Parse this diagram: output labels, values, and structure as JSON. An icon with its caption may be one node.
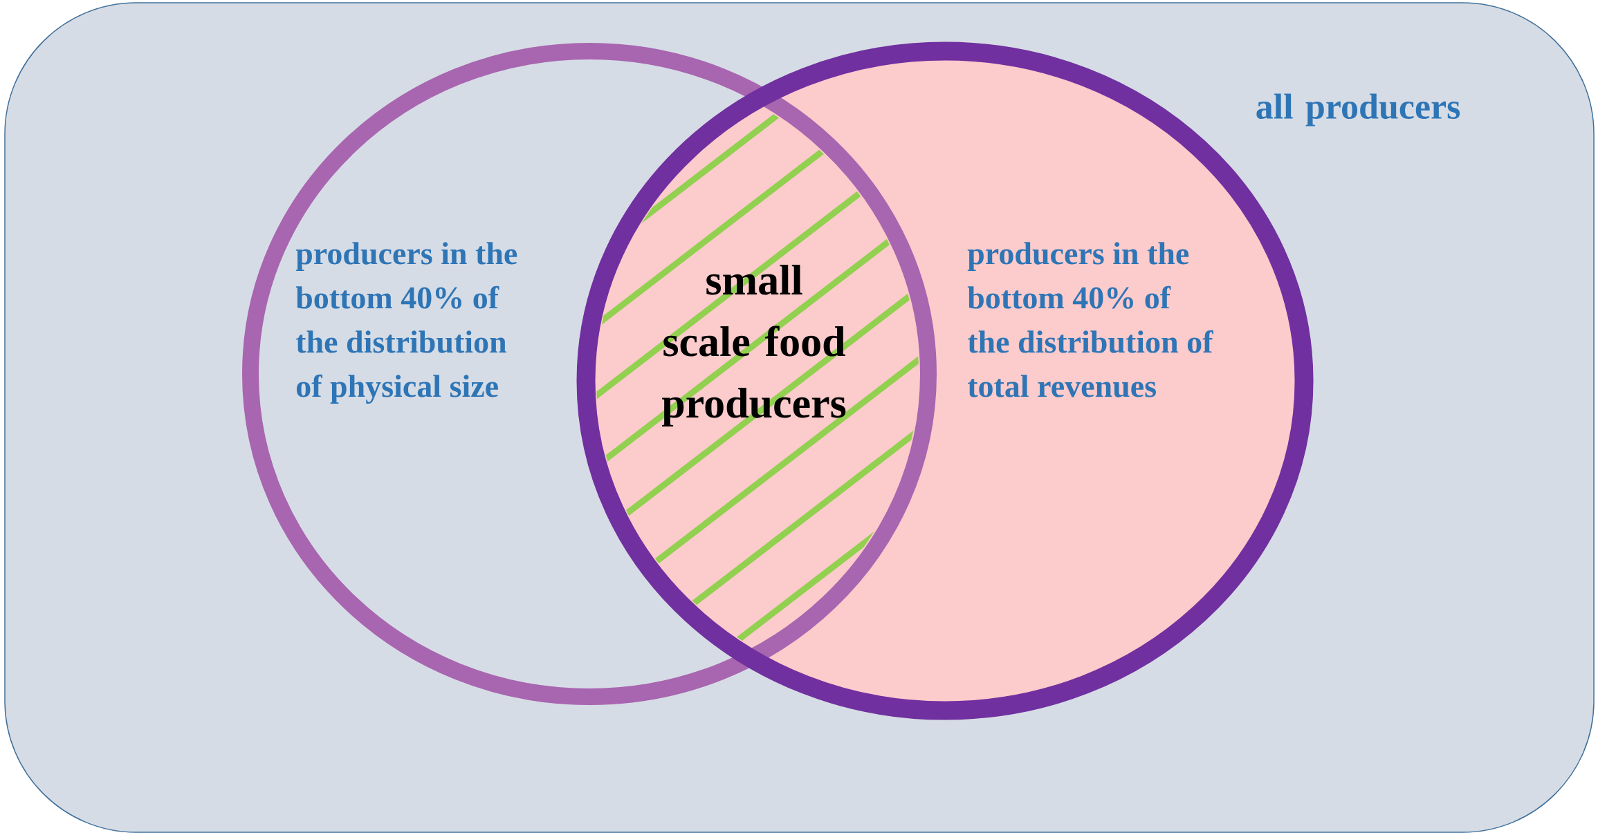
{
  "diagram": {
    "nodes": [
      {
        "text": [
          "all producers"
        ]
      },
      {
        "text": [
          "producers in the bottom 40% of the distribution of physical size"
        ],
        "in": 0
      },
      {
        "text": [
          "producers in the bottom 40% of the distribution of total revenues"
        ],
        "in": 0
      },
      {
        "text": [
          "small scale food producers"
        ]
      }
    ]
  }
}
